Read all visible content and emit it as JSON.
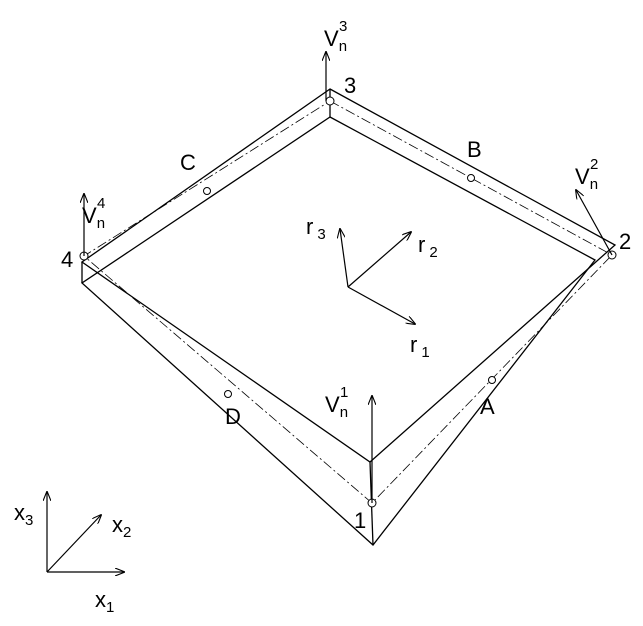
{
  "nodes": [
    "1",
    "2",
    "3",
    "4"
  ],
  "midpoints": [
    "A",
    "B",
    "C",
    "D"
  ],
  "normal_vectors": [
    {
      "base": "V",
      "sub": "n",
      "sup": "1"
    },
    {
      "base": "V",
      "sub": "n",
      "sup": "2"
    },
    {
      "base": "V",
      "sub": "n",
      "sup": "3"
    },
    {
      "base": "V",
      "sub": "n",
      "sup": "4"
    }
  ],
  "local_axes": [
    {
      "base": "r",
      "sub": "1"
    },
    {
      "base": "r",
      "sub": "2"
    },
    {
      "base": "r",
      "sub": "3"
    }
  ],
  "global_axes": [
    {
      "base": "x",
      "sub": "1"
    },
    {
      "base": "x",
      "sub": "2"
    },
    {
      "base": "x",
      "sub": "3"
    }
  ]
}
